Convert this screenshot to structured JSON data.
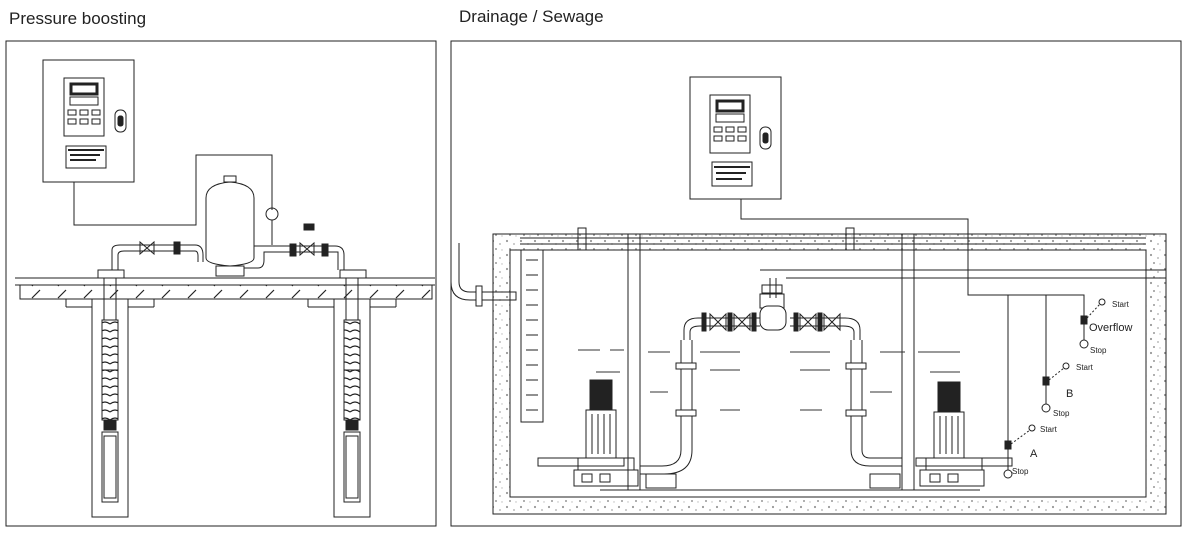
{
  "panels": {
    "left": {
      "title": "Pressure boosting"
    },
    "right": {
      "title": "Drainage / Sewage",
      "levels": {
        "overflow": {
          "label": "Overflow",
          "start": "Start",
          "stop": "Stop"
        },
        "b": {
          "label": "B",
          "start": "Start",
          "stop": "Stop"
        },
        "a": {
          "label": "A",
          "start": "Start",
          "stop": "Stop"
        }
      }
    }
  },
  "colors": {
    "line": "#222222",
    "hatch": "#9a9a9a",
    "water": "#333333"
  }
}
